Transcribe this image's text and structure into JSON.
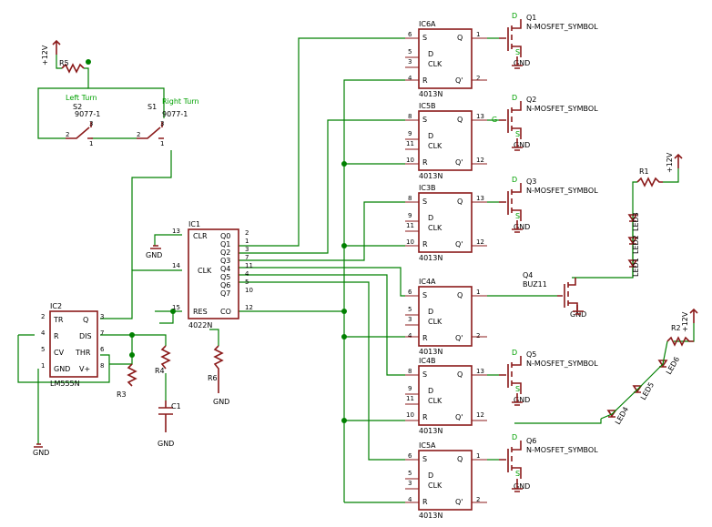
{
  "ics": {
    "ic6a": {
      "name": "IC6A",
      "part": "4013N",
      "pins": {
        "S": "S",
        "D": "D",
        "CLK": "CLK",
        "R": "R",
        "Q": "Q",
        "QB": "Q'"
      },
      "nums": {
        "s": "6",
        "d": "5",
        "clk": "3",
        "r": "4",
        "q": "1",
        "qb": "2"
      }
    },
    "ic5b": {
      "name": "IC5B",
      "part": "4013N",
      "pins": {
        "S": "S",
        "D": "D",
        "CLK": "CLK",
        "R": "R",
        "Q": "Q",
        "QB": "Q'"
      },
      "nums": {
        "s": "8",
        "d": "9",
        "clk": "11",
        "r": "10",
        "q": "13",
        "qb": "12"
      }
    },
    "ic3b": {
      "name": "IC3B",
      "part": "4013N",
      "pins": {
        "S": "S",
        "D": "D",
        "CLK": "CLK",
        "R": "R",
        "Q": "Q",
        "QB": "Q'"
      },
      "nums": {
        "s": "8",
        "d": "9",
        "clk": "11",
        "r": "10",
        "q": "13",
        "qb": "12"
      }
    },
    "ic4a": {
      "name": "IC4A",
      "part": "4013N",
      "pins": {
        "S": "S",
        "D": "D",
        "CLK": "CLK",
        "R": "R",
        "Q": "Q",
        "QB": "Q'"
      },
      "nums": {
        "s": "6",
        "d": "5",
        "clk": "3",
        "r": "4",
        "q": "1",
        "qb": "2"
      }
    },
    "ic4b": {
      "name": "IC4B",
      "part": "4013N",
      "pins": {
        "S": "S",
        "D": "D",
        "CLK": "CLK",
        "R": "R",
        "Q": "Q",
        "QB": "Q'"
      },
      "nums": {
        "s": "8",
        "d": "9",
        "clk": "11",
        "r": "10",
        "q": "13",
        "qb": "12"
      }
    },
    "ic5a": {
      "name": "IC5A",
      "part": "4013N",
      "pins": {
        "S": "S",
        "D": "D",
        "CLK": "CLK",
        "R": "R",
        "Q": "Q",
        "QB": "Q'"
      },
      "nums": {
        "s": "6",
        "d": "5",
        "clk": "3",
        "r": "4",
        "q": "1",
        "qb": "2"
      }
    },
    "ic1": {
      "name": "IC1",
      "part": "4022N",
      "left": [
        "CLR",
        "CLK",
        "RES"
      ],
      "right": [
        "Q0",
        "Q1",
        "Q2",
        "Q3",
        "Q4",
        "Q5",
        "Q6",
        "Q7",
        "CO"
      ],
      "leftnums": [
        "13",
        "14",
        "15"
      ],
      "rightnums": [
        "2",
        "1",
        "3",
        "7",
        "11",
        "4",
        "5",
        "10",
        "12"
      ]
    },
    "ic2": {
      "name": "IC2",
      "part": "LM555N",
      "left": [
        "TR",
        "R",
        "CV",
        "GND"
      ],
      "right": [
        "Q",
        "DIS",
        "THR",
        "V+"
      ],
      "leftnums": [
        "2",
        "4",
        "5",
        "1"
      ],
      "rightnums": [
        "3",
        "7",
        "6",
        "8"
      ]
    }
  },
  "mosfets": [
    {
      "name": "Q1",
      "part": "N-MOSFET_SYMBOL"
    },
    {
      "name": "Q2",
      "part": "N-MOSFET_SYMBOL"
    },
    {
      "name": "Q3",
      "part": "N-MOSFET_SYMBOL"
    },
    {
      "name": "Q5",
      "part": "N-MOSFET_SYMBOL"
    },
    {
      "name": "Q6",
      "part": "N-MOSFET_SYMBOL"
    }
  ],
  "q4": {
    "name": "Q4",
    "part": "BUZ11"
  },
  "pin_letters": {
    "d": "D",
    "s": "S",
    "g": "G"
  },
  "gnd": "GND",
  "supply": "+12V",
  "resistors": {
    "r1": "R1",
    "r2": "R2",
    "r3": "R3",
    "r4": "R4",
    "r5": "R5",
    "r6": "R6"
  },
  "capacitor": "C1",
  "switches": {
    "s1": "S1",
    "s2": "S2",
    "part": "9077-1",
    "left_label": "Left Turn",
    "right_label": "Right Turn",
    "pins": [
      "1",
      "2",
      "3"
    ]
  },
  "leds": [
    "LED1",
    "LED2",
    "LED3",
    "LED4",
    "LED5",
    "LED6"
  ],
  "colors": {
    "wire": "#008000",
    "device": "#8b1a1a",
    "text": "#000000"
  }
}
